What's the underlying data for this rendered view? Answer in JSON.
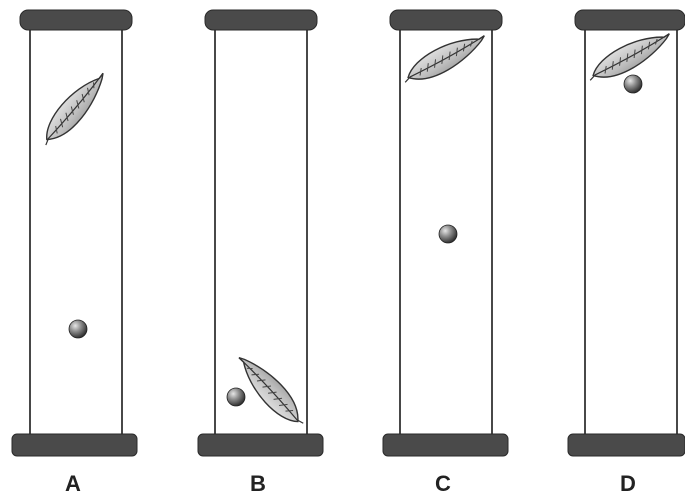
{
  "tubes": [
    {
      "label": "A"
    },
    {
      "label": "B"
    },
    {
      "label": "C"
    },
    {
      "label": "D"
    }
  ],
  "colors": {
    "cap": "#4a4a4a",
    "cap_edge": "#2a2a2a",
    "tube_line": "#1a1a1a",
    "ball_light": "#c8c8c8",
    "ball_dark": "#3a3a3a",
    "feather_light": "#f2f2f2",
    "feather_dark": "#8a8a8a"
  }
}
